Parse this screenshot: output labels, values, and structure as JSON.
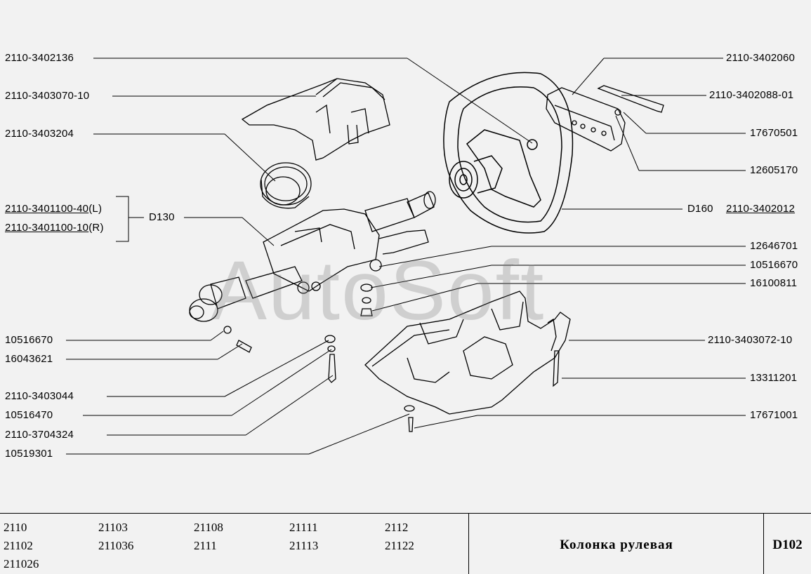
{
  "labels": {
    "p2110_3402136": "2110-3402136",
    "p2110_3403070_10": "2110-3403070-10",
    "p2110_3403204": "2110-3403204",
    "p2110_3401100_40": "2110-3401100-40",
    "suffix_l": "(L)",
    "p2110_3401100_10": "2110-3401100-10",
    "suffix_r": "(R)",
    "d130": "D130",
    "p10516670_left": "10516670",
    "p16043621": "16043621",
    "p2110_3403044": "2110-3403044",
    "p10516470": "10516470",
    "p2110_3704324": "2110-3704324",
    "p10519301": "10519301",
    "p2110_3402060": "2110-3402060",
    "p2110_3402088_01": "2110-3402088-01",
    "p17670501": "17670501",
    "p12605170": "12605170",
    "d160": "D160",
    "p2110_3402012": "2110-3402012",
    "p12646701": "12646701",
    "p10516670_right": "10516670",
    "p16100811": "16100811",
    "p2110_3403072_10": "2110-3403072-10",
    "p13311201": "13311201",
    "p17671001": "17671001"
  },
  "watermark": "AutoSoft",
  "footer": {
    "models": [
      "2110",
      "21103",
      "21108",
      "21111",
      "2112",
      "21102",
      "211036",
      "2111",
      "21113",
      "21122",
      "211026"
    ],
    "title": "Колонка рулевая",
    "code": "D102"
  }
}
